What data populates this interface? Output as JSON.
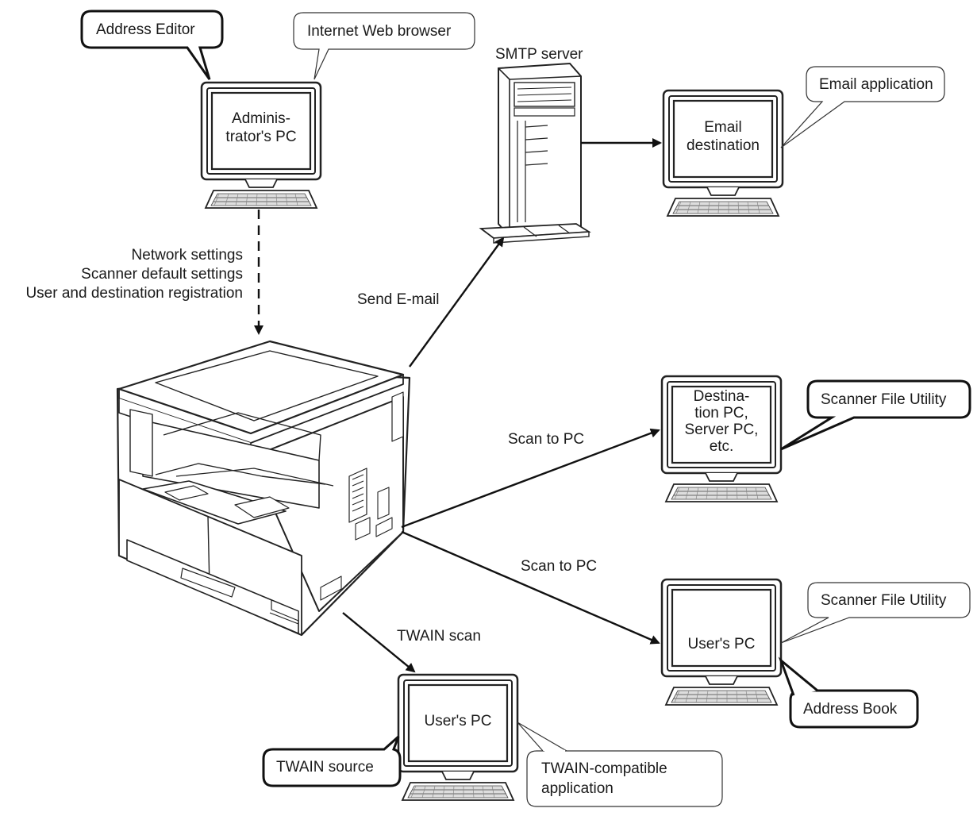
{
  "computers": {
    "admin": {
      "screen_text": "Adminis-\ntrator's PC"
    },
    "email": {
      "screen_text": "Email\ndestination"
    },
    "dest": {
      "screen_text": "Destina-\ntion PC,\nServer PC,\netc."
    },
    "user_right": {
      "screen_text": "User's PC"
    },
    "user_bottom": {
      "screen_text": "User's PC"
    }
  },
  "server": {
    "label": "SMTP server"
  },
  "callouts": {
    "address_editor": "Address Editor",
    "web_browser": "Internet Web browser",
    "email_app": "Email application",
    "sfu_top": "Scanner File Utility",
    "sfu_bottom": "Scanner File Utility",
    "address_book": "Address Book",
    "twain_source": "TWAIN source",
    "twain_app_1": "TWAIN-compatible",
    "twain_app_2": "application"
  },
  "connections": {
    "settings_1": "Network settings",
    "settings_2": "Scanner default settings",
    "settings_3": "User and destination registration",
    "send_email": "Send E-mail",
    "scan_to_pc_1": "Scan to PC",
    "scan_to_pc_2": "Scan to PC",
    "twain_scan": "TWAIN scan"
  }
}
